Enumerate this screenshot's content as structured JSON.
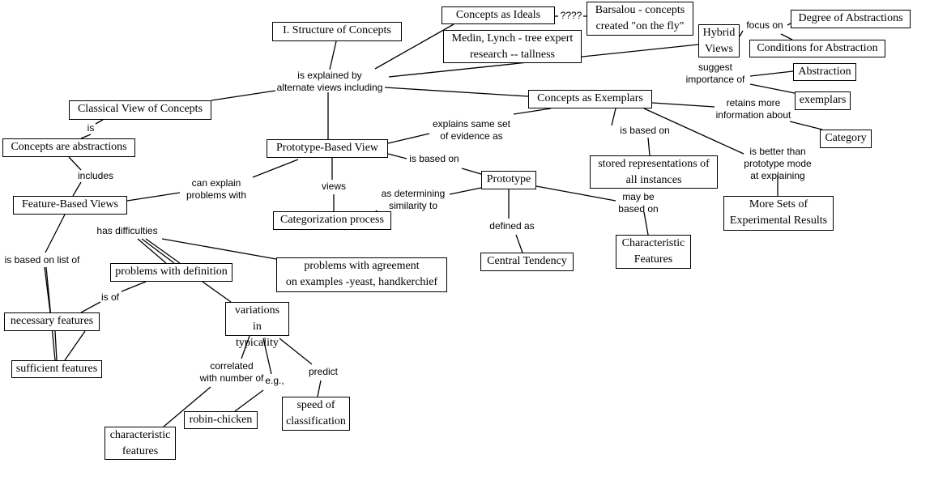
{
  "concepts": [
    {
      "id": "structure",
      "text": "I. Structure of Concepts"
    },
    {
      "id": "ideals",
      "text": "Concepts as Ideals"
    },
    {
      "id": "barsalou",
      "text": "Barsalou - concepts\ncreated \"on the fly\""
    },
    {
      "id": "medin",
      "text": "Medin, Lynch - tree expert\nresearch -- tallness"
    },
    {
      "id": "hybrid",
      "text": "Hybrid\nViews"
    },
    {
      "id": "degree",
      "text": "Degree of Abstractions"
    },
    {
      "id": "conditions",
      "text": "Conditions for Abstraction"
    },
    {
      "id": "abstraction",
      "text": "Abstraction"
    },
    {
      "id": "exemplars",
      "text": "exemplars"
    },
    {
      "id": "category",
      "text": "Category"
    },
    {
      "id": "asexemplars",
      "text": "Concepts as Exemplars"
    },
    {
      "id": "classical",
      "text": "Classical View of Concepts"
    },
    {
      "id": "abstractions",
      "text": "Concepts are abstractions"
    },
    {
      "id": "protoview",
      "text": "Prototype-Based View"
    },
    {
      "id": "stored",
      "text": "stored representations of\nall instances"
    },
    {
      "id": "prototype",
      "text": "Prototype"
    },
    {
      "id": "moresets",
      "text": "More Sets of\nExperimental Results"
    },
    {
      "id": "feature",
      "text": "Feature-Based Views"
    },
    {
      "id": "categorization",
      "text": "Categorization process"
    },
    {
      "id": "charfeat",
      "text": "Characteristic\nFeatures"
    },
    {
      "id": "probdef",
      "text": "problems with definition"
    },
    {
      "id": "probagree",
      "text": "problems with agreement\non examples -yeast, handkerchief"
    },
    {
      "id": "central",
      "text": "Central Tendency"
    },
    {
      "id": "variations",
      "text": "variations in\ntypicality"
    },
    {
      "id": "necessary",
      "text": "necessary features"
    },
    {
      "id": "sufficient",
      "text": "sufficient features"
    },
    {
      "id": "speed",
      "text": "speed of\nclassification"
    },
    {
      "id": "robin",
      "text": "robin-chicken"
    },
    {
      "id": "charfeat2",
      "text": "characteristic\nfeatures"
    }
  ],
  "links": [
    {
      "id": "q",
      "text": "????"
    },
    {
      "id": "focus",
      "text": "focus on"
    },
    {
      "id": "suggest",
      "text": "suggest\nimportance of"
    },
    {
      "id": "explained",
      "text": "is explained by\nalternate views including"
    },
    {
      "id": "retains",
      "text": "retains more\ninformation about"
    },
    {
      "id": "is",
      "text": "is"
    },
    {
      "id": "explains",
      "text": "explains same set\nof evidence as"
    },
    {
      "id": "basedon1",
      "text": "is based on"
    },
    {
      "id": "better",
      "text": "is better than\nprototype mode\nat explaining"
    },
    {
      "id": "basedon2",
      "text": "is based on"
    },
    {
      "id": "includes",
      "text": "includes"
    },
    {
      "id": "canexplain",
      "text": "can explain\nproblems with"
    },
    {
      "id": "views",
      "text": "views"
    },
    {
      "id": "determining",
      "text": "as determining\nsimilarity to"
    },
    {
      "id": "maybe",
      "text": "may be\nbased on"
    },
    {
      "id": "defined",
      "text": "defined as"
    },
    {
      "id": "difficulties",
      "text": "has difficulties"
    },
    {
      "id": "listof",
      "text": "is based on list of"
    },
    {
      "id": "isof",
      "text": "is of"
    },
    {
      "id": "correlated",
      "text": "correlated\nwith number of"
    },
    {
      "id": "eg",
      "text": "e.g.,"
    },
    {
      "id": "predict",
      "text": "predict"
    }
  ]
}
